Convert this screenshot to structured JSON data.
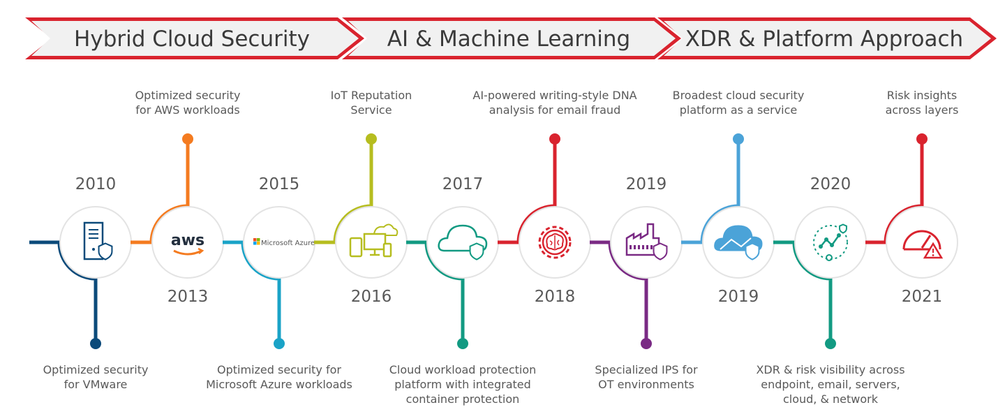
{
  "phases": [
    {
      "label": "Hybrid Cloud Security"
    },
    {
      "label": "AI & Machine Learning"
    },
    {
      "label": "XDR & Platform Approach"
    }
  ],
  "colors": {
    "phase_border": "#d9232e",
    "text": "#595959",
    "circle_border": "#e6e6e6"
  },
  "milestones": [
    {
      "year": "2010",
      "position": "top-year",
      "color": "#0b4a7a",
      "icon": "server-shield-icon",
      "description": [
        "Optimized security",
        "for VMware"
      ]
    },
    {
      "year": "2013",
      "position": "bottom-year",
      "color": "#f47b20",
      "icon": "aws-logo-icon",
      "icon_text": "aws",
      "description": [
        "Optimized security",
        "for AWS workloads"
      ]
    },
    {
      "year": "2015",
      "position": "top-year",
      "color": "#1aa3c7",
      "icon": "microsoft-azure-logo-icon",
      "icon_text": "Microsoft Azure",
      "description": [
        "Optimized security for",
        "Microsoft Azure workloads"
      ]
    },
    {
      "year": "2016",
      "position": "bottom-year",
      "color": "#b6bd1f",
      "icon": "iot-devices-cloud-icon",
      "description": [
        "IoT Reputation",
        "Service"
      ]
    },
    {
      "year": "2017",
      "position": "top-year",
      "color": "#129a82",
      "icon": "cloud-shield-icon",
      "description": [
        "Cloud workload protection",
        "platform with integrated",
        "container protection"
      ]
    },
    {
      "year": "2018",
      "position": "bottom-year",
      "color": "#d9232e",
      "icon": "brain-gear-icon",
      "description": [
        "AI-powered writing-style DNA",
        "analysis for email fraud"
      ]
    },
    {
      "year": "2019",
      "position": "top-year",
      "color": "#7a2a84",
      "icon": "factory-shield-icon",
      "description": [
        "Specialized IPS for",
        "OT environments"
      ]
    },
    {
      "year": "2019",
      "position": "bottom-year",
      "color": "#4ba3d8",
      "icon": "blue-cloud-shield-icon",
      "description": [
        "Broadest cloud security",
        "platform as a service"
      ]
    },
    {
      "year": "2020",
      "position": "top-year",
      "color": "#129a82",
      "icon": "network-analytics-icon",
      "description": [
        "XDR & risk visibility across",
        "endpoint, email, servers,",
        "cloud, & network"
      ]
    },
    {
      "year": "2021",
      "position": "bottom-year",
      "color": "#d9232e",
      "icon": "risk-gauge-icon",
      "description": [
        "Risk insights",
        "across layers"
      ]
    }
  ]
}
